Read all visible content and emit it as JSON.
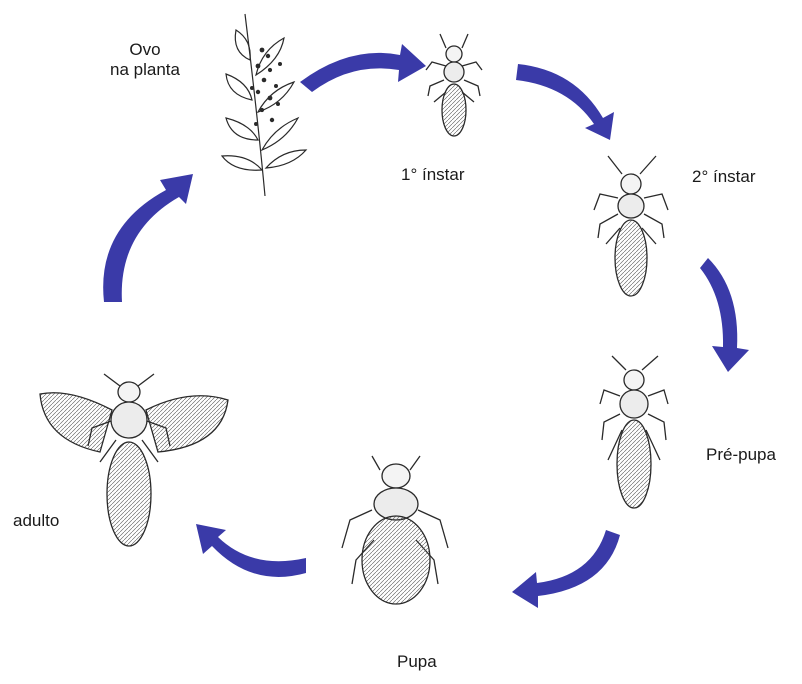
{
  "stages": [
    {
      "id": "ovo",
      "label_line1": "Ovo",
      "label_line2": "na planta"
    },
    {
      "id": "instar1",
      "label": "1° ínstar"
    },
    {
      "id": "instar2",
      "label": "2° ínstar"
    },
    {
      "id": "prepupa",
      "label": "Pré-pupa"
    },
    {
      "id": "pupa",
      "label": "Pupa"
    },
    {
      "id": "adulto",
      "label": "adulto"
    }
  ],
  "colors": {
    "arrow": "#3a3aa8",
    "ink": "#222222",
    "paper": "#ffffff"
  }
}
